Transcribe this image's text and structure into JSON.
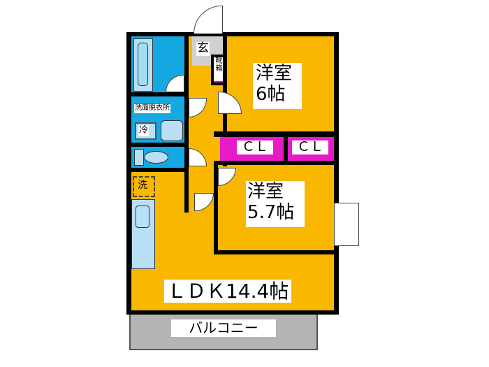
{
  "rooms": {
    "western_room_1": {
      "name": "洋室",
      "size": "6帖"
    },
    "western_room_2": {
      "name": "洋室",
      "size": "5.7帖"
    },
    "ldk": {
      "label": "ＬＤＫ14.4帖"
    },
    "closet_1": "ＣＬ",
    "closet_2": "ＣＬ",
    "entrance": "玄",
    "shoe_box": "靴箱",
    "washroom": "洗面脱衣所",
    "fridge": "冷",
    "washer": "洗",
    "balcony": "バルコニー"
  },
  "colors": {
    "room": "#f9b700",
    "wet_area": "#14a9e3",
    "closet": "#e61bc6",
    "entrance": "#d0d0d0",
    "balcony": "#b4b4b4"
  }
}
